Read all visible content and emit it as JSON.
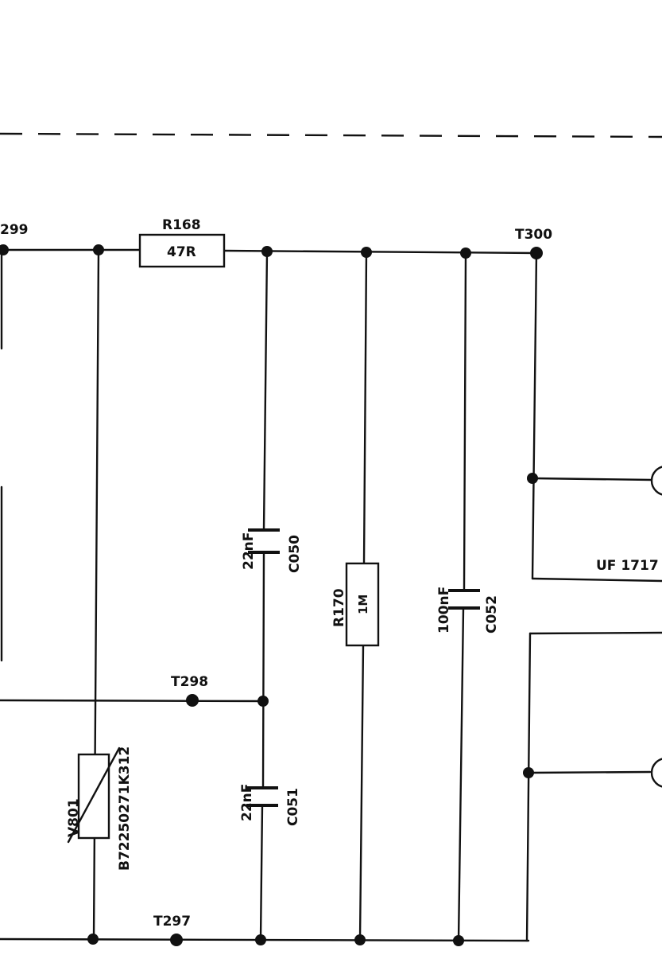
{
  "labels": {
    "t299_partial": "299",
    "r168_ref": "R168",
    "r168_value": "47R",
    "t300": "T300",
    "c050_value": "22nF",
    "c050_ref": "C050",
    "r170_ref": "R170",
    "r170_value": "1M",
    "c052_value": "100nF",
    "c052_ref": "C052",
    "uf_partial": "UF 1717",
    "t298": "T298",
    "vdr_ref": "V801",
    "vdr_part": "B72250271K312",
    "c051_value": "22nF",
    "c051_ref": "C051",
    "t297": "T297"
  }
}
